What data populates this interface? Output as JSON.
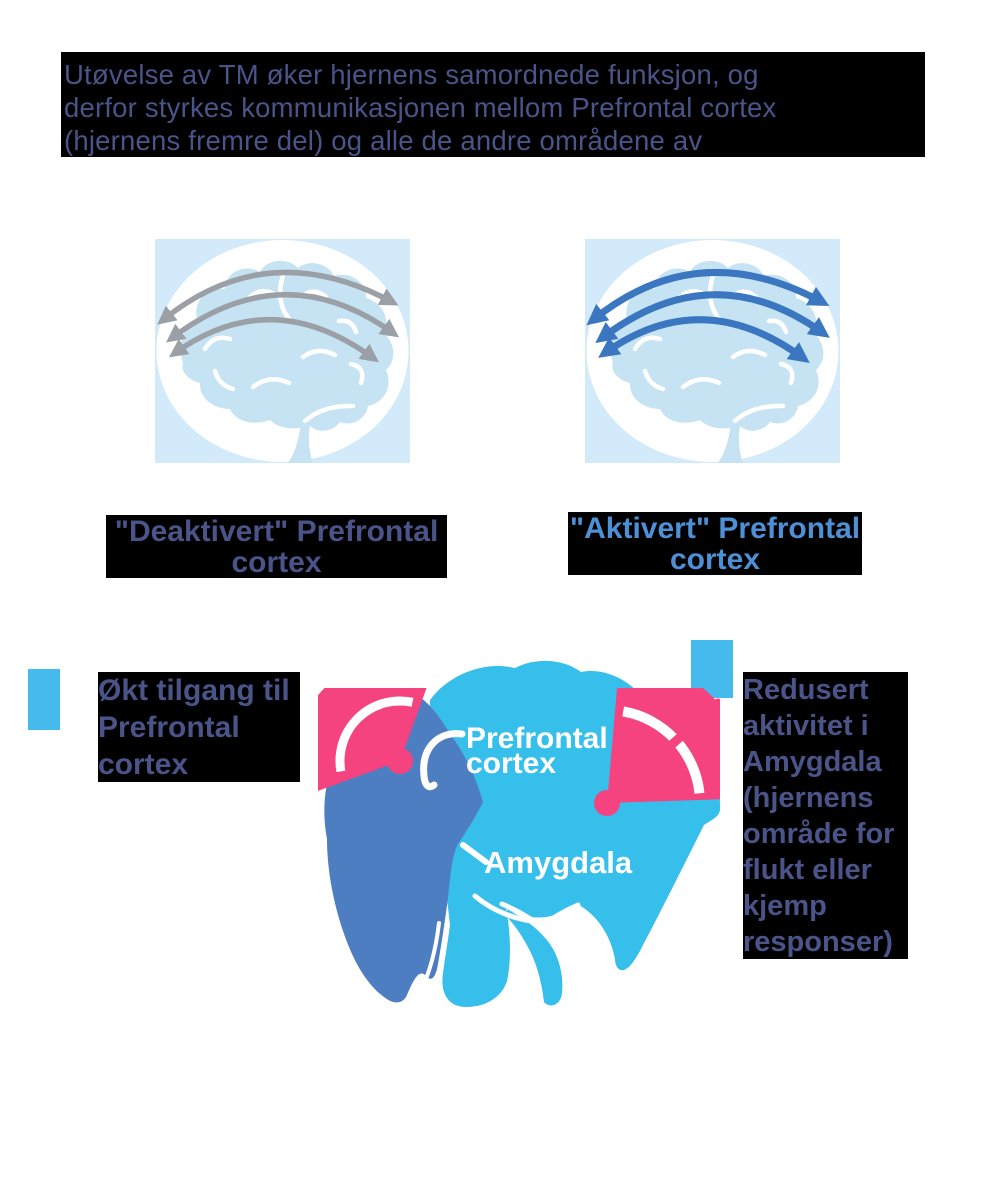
{
  "colors": {
    "highlight_bg": "#000000",
    "text_dark_slate": "#4a5488",
    "text_active_blue": "#4e90d6",
    "accent_cyan_bullet": "#46b9ed",
    "panel_bg_blue": "#d2eafa",
    "brain_light_blue": "#c6e3f4",
    "arrow_gray": "#9aa0a6",
    "arrow_blue": "#3b76c1",
    "brain_cyan": "#37bfec",
    "prefrontal_lobe_blue": "#4d7ec2",
    "gauge_pink": "#f5437f"
  },
  "header": {
    "lines": [
      "Utøvelse av TM øker hjernens samordnede funksjon, og",
      "derfor styrkes kommunikasjonen mellom Prefrontal cortex",
      "(hjernens fremre del) og alle de andre områdene av"
    ]
  },
  "comparison": {
    "deactivated": {
      "label_lines": [
        "\"Deaktivert\" Prefrontal",
        "cortex"
      ]
    },
    "activated": {
      "label_lines": [
        "\"Aktivert\" Prefrontal",
        "cortex"
      ]
    }
  },
  "benefits": {
    "prefrontal": {
      "lines": [
        "Økt tilgang til",
        "Prefrontal",
        "cortex"
      ]
    },
    "amygdala": {
      "lines": [
        "Redusert",
        "aktivitet i",
        "Amygdala",
        "(hjernens",
        "område for",
        "flukt eller",
        "kjemp",
        "responser)"
      ]
    }
  },
  "brain_map": {
    "prefrontal_label_lines": [
      "Prefrontal",
      "cortex"
    ],
    "amygdala_label": "Amygdala"
  }
}
